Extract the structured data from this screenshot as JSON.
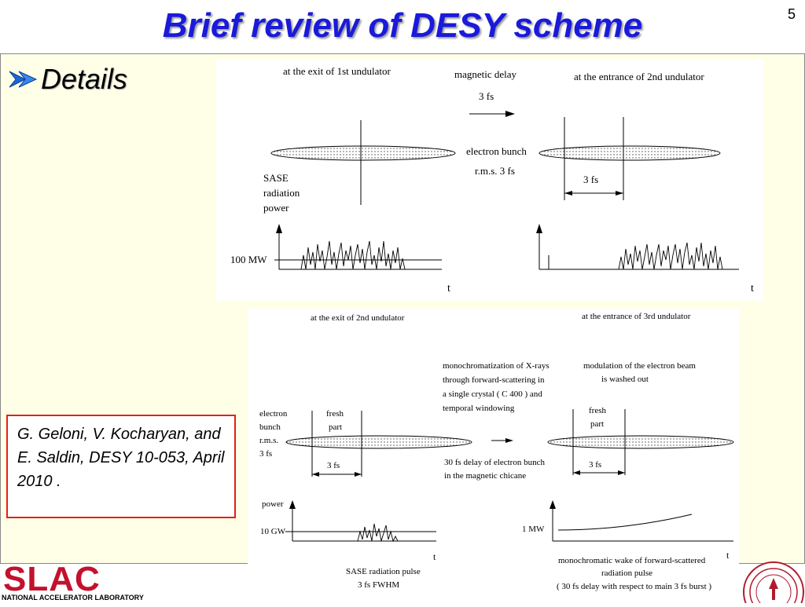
{
  "slide": {
    "title": "Brief review of DESY scheme",
    "number": "5",
    "bullet": "Details"
  },
  "reference": "G. Geloni, V. Kocharyan, and E. Saldin, DESY 10-053, April 2010 .",
  "logo": {
    "name": "SLAC",
    "subtitle": "NATIONAL ACCELERATOR LABORATORY"
  },
  "figure_top": {
    "label_exit_1st": "at the exit of 1st undulator",
    "label_delay": "magnetic delay",
    "label_delay_value": "3 fs",
    "label_entrance_2nd": "at the entrance of 2nd undulator",
    "label_electron_bunch": "electron bunch",
    "label_rms": "r.m.s. 3 fs",
    "label_shift": "3 fs",
    "label_sase_1": "SASE",
    "label_sase_2": "radiation",
    "label_sase_3": "power",
    "label_level": "100 MW",
    "axis_t": "t"
  },
  "figure_bottom": {
    "label_exit_2nd": "at the exit of 2nd undulator",
    "label_entrance_3rd": "at the entrance of 3rd undulator",
    "mono_1": "monochromatization of X-rays",
    "mono_2": "through forward-scattering in",
    "mono_3": "a single crystal ( C 400 ) and",
    "mono_4": "temporal windowing",
    "mod_1": "modulation of the electron beam",
    "mod_2": "is washed out",
    "eb_1": "electron",
    "eb_2": "bunch",
    "eb_3": "r.m.s.",
    "eb_4": "3 fs",
    "fresh_1": "fresh",
    "fresh_2": "part",
    "label_3fs": "3 fs",
    "delay_1": "30 fs delay of electron bunch",
    "delay_2": "in the magnetic chicane",
    "power": "power",
    "level_left": "10 GW",
    "level_right": "1 MW",
    "axis_t": "t",
    "sase_pulse_1": "SASE radiation pulse",
    "sase_pulse_2": "3 fs FWHM",
    "wake_1": "monochromatic wake of forward-scattered",
    "wake_2": "radiation pulse",
    "wake_3": "( 30 fs delay with respect to main  3 fs burst )"
  }
}
